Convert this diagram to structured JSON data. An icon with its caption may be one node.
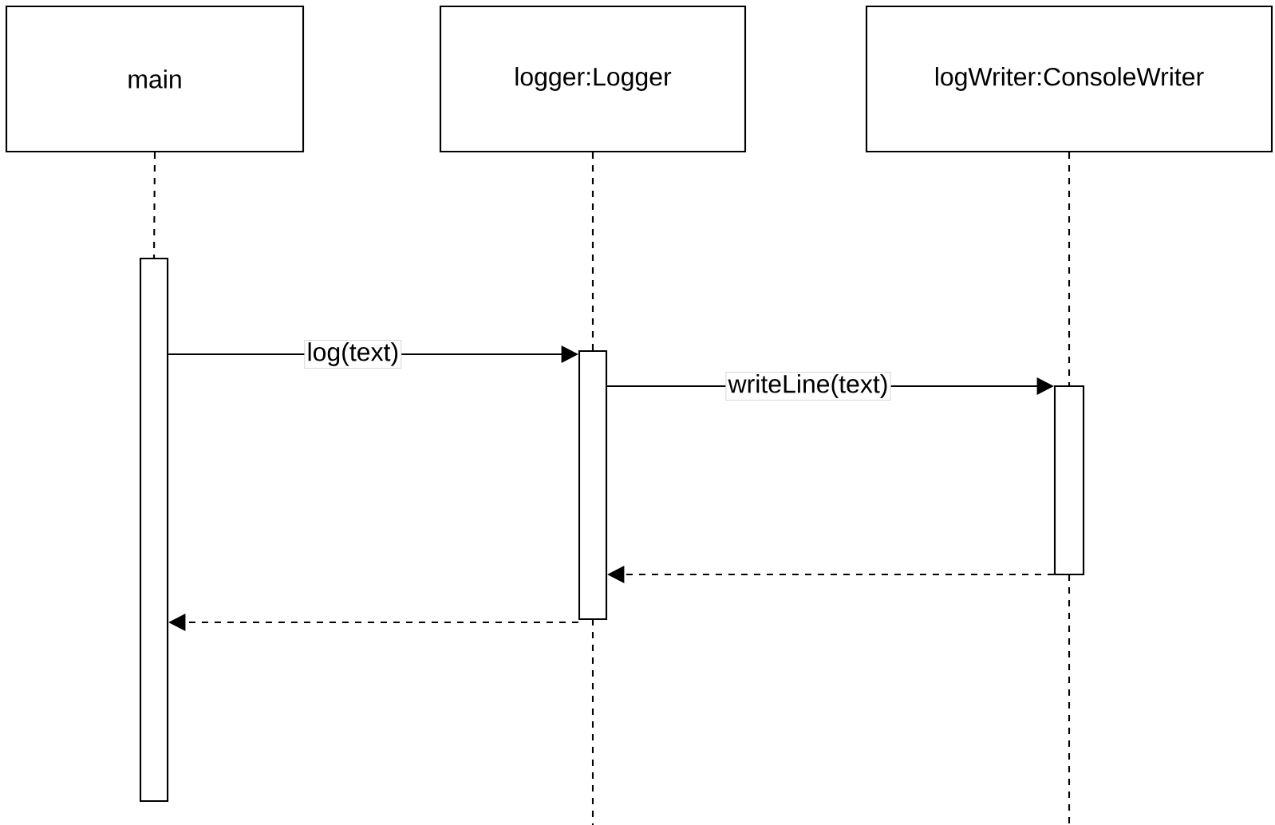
{
  "diagram": {
    "nodes": [
      {
        "text": [
          "main"
        ]
      },
      {
        "text": [
          "logger:Logger"
        ]
      },
      {
        "text": [
          "logWriter:ConsoleWriter"
        ]
      },
      {
        "text": [],
        "shape": "bar"
      },
      {
        "text": [],
        "shape": "bar"
      },
      {
        "text": [],
        "shape": "bar"
      }
    ],
    "edges": [
      {
        "from": 0,
        "to": 3,
        "arrow": "none",
        "style": "dashed"
      },
      {
        "from": 1,
        "to": 4,
        "arrow": "none",
        "style": "dashed"
      },
      {
        "from": 2,
        "to": 5,
        "arrow": "none",
        "style": "dashed"
      },
      {
        "from": 3,
        "to": 4,
        "arrow": "to",
        "label": "log(text)"
      },
      {
        "from": 4,
        "to": 5,
        "arrow": "to",
        "label": "writeLine(text)"
      },
      {
        "from": 5,
        "to": 4,
        "arrow": "to",
        "style": "dashed"
      },
      {
        "from": 4,
        "to": 3,
        "arrow": "to",
        "style": "dashed"
      }
    ]
  }
}
